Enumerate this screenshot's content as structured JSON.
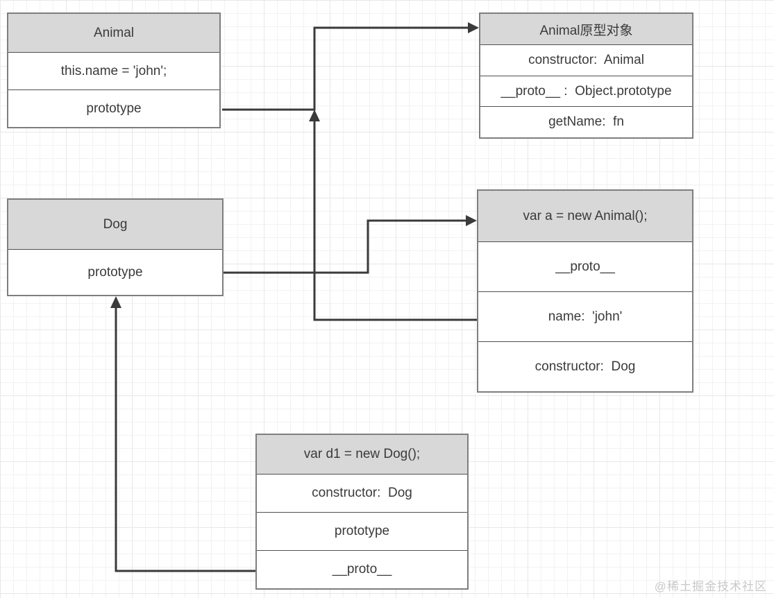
{
  "diagram": {
    "boxes": {
      "animal": {
        "title": "Animal",
        "rows": {
          "r0": "this.name = 'john';",
          "r1": "prototype"
        }
      },
      "animal_proto": {
        "title": "Animal原型对象",
        "rows": {
          "r0": "constructor:  Animal",
          "r1": "__proto__ :  Object.prototype",
          "r2": "getName:  fn"
        }
      },
      "dog": {
        "title": "Dog",
        "rows": {
          "r0": "prototype"
        }
      },
      "var_a": {
        "title": "var a = new Animal();",
        "rows": {
          "r0": "__proto__",
          "r1": "name:  'john'",
          "r2": "constructor:  Dog"
        }
      },
      "var_d1": {
        "title": "var d1 = new Dog();",
        "rows": {
          "r0": "constructor:  Dog",
          "r1": "prototype",
          "r2": "__proto__"
        }
      }
    },
    "arrows": {
      "animal_prototype_to_proto_object": "Animal.prototype → Animal原型对象",
      "a_proto_to_proto_object": "a.__proto__ → Animal原型对象",
      "dog_prototype_to_var_a": "Dog.prototype → var a",
      "d1_proto_to_dog": "d1.__proto__ → Dog"
    },
    "colors": {
      "header_fill": "#d8d8d8",
      "border": "#7e7e7e",
      "arrow": "#3a3a3a",
      "grid_line": "#f2f2f2",
      "watermark": "#c9c9c9"
    },
    "watermark": "@稀土掘金技术社区"
  }
}
